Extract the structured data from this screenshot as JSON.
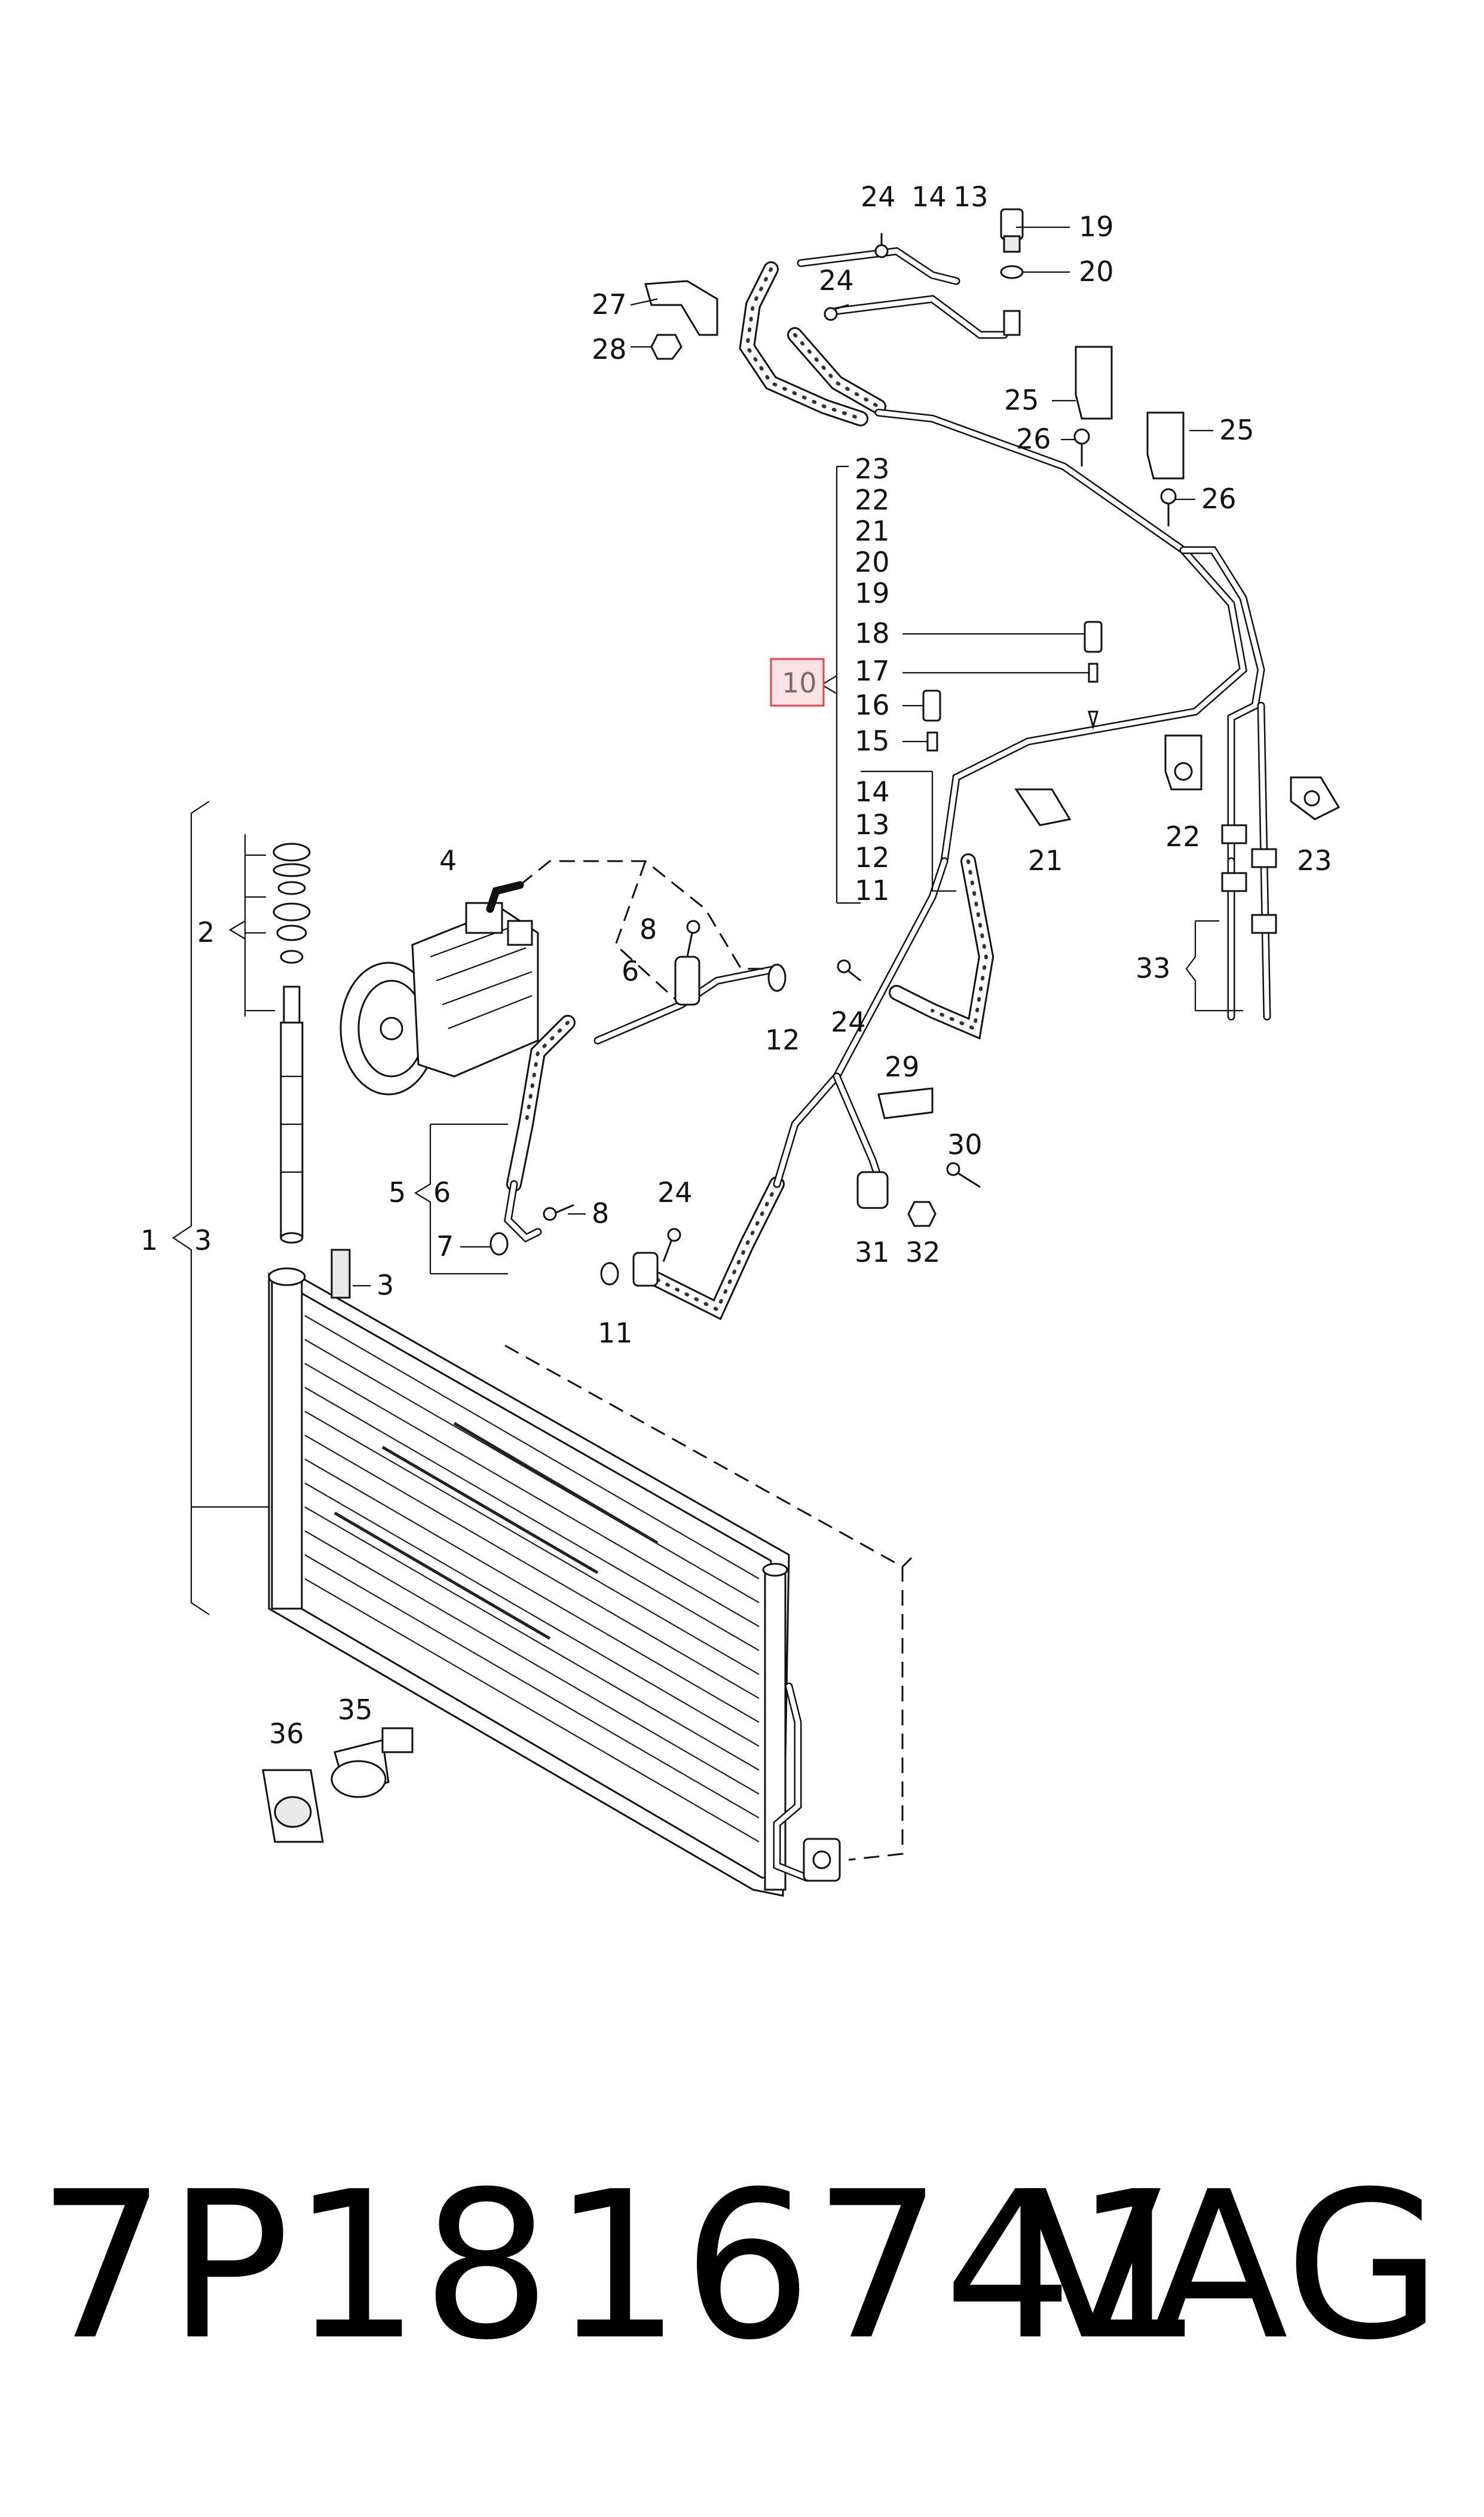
{
  "callouts": {
    "c1": "1",
    "c2": "2",
    "c3a": "3",
    "c3b": "3",
    "c4": "4",
    "c5": "5",
    "c6a": "6",
    "c6b": "6",
    "c7": "7",
    "c8a": "8",
    "c8b": "8",
    "c10": "10",
    "c11a": "11",
    "c11b": "11",
    "c12a": "12",
    "c12b": "12",
    "c13a": "13",
    "c13b": "13",
    "c14a": "14",
    "c14b": "14",
    "c15": "15",
    "c16": "16",
    "c17": "17",
    "c18": "18",
    "c19a": "19",
    "c19b": "19",
    "c20a": "20",
    "c20b": "20",
    "c21a": "21",
    "c21b": "21",
    "c22a": "22",
    "c22b": "22",
    "c23a": "23",
    "c23b": "23",
    "c24a": "24",
    "c24b": "24",
    "c24c": "24",
    "c24d": "24",
    "c25a": "25",
    "c25b": "25",
    "c26a": "26",
    "c26b": "26",
    "c27": "27",
    "c28": "28",
    "c29": "29",
    "c30": "30",
    "c31": "31",
    "c32": "32",
    "c33": "33",
    "c35": "35",
    "c36": "36"
  },
  "highlight_color": "#e8414a",
  "footer": {
    "part_number": "7P1816741",
    "brand": "VAG"
  }
}
